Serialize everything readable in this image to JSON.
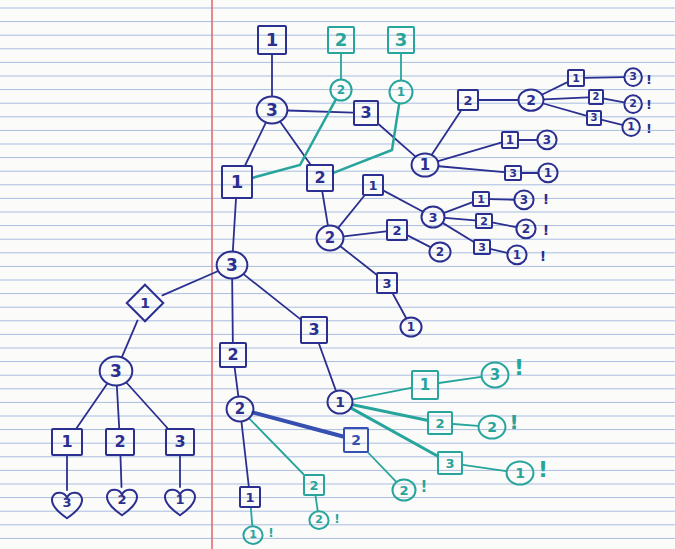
{
  "diagram": {
    "nodes": [
      {
        "text": [
          "1"
        ]
      },
      {
        "text": [
          "2"
        ]
      },
      {
        "text": [
          "3"
        ]
      },
      {
        "text": [
          "3"
        ]
      },
      {
        "text": [
          "2"
        ]
      },
      {
        "text": [
          "1"
        ]
      },
      {
        "text": [
          "3"
        ]
      },
      {
        "text": [
          "2"
        ]
      },
      {
        "text": [
          "1"
        ]
      },
      {
        "text": [
          "1"
        ]
      },
      {
        "text": [
          "2"
        ]
      },
      {
        "text": [
          "2"
        ]
      },
      {
        "text": [
          "1"
        ]
      },
      {
        "text": [
          "2"
        ]
      },
      {
        "text": [
          "3"
        ]
      },
      {
        "text": [
          "3"
        ]
      },
      {
        "text": [
          "2"
        ]
      },
      {
        "text": [
          "1"
        ]
      },
      {
        "text": [
          "1"
        ]
      },
      {
        "text": [
          "3"
        ]
      },
      {
        "text": [
          "3"
        ]
      },
      {
        "text": [
          "1"
        ]
      },
      {
        "text": [
          "2"
        ]
      },
      {
        "text": [
          "1"
        ]
      },
      {
        "text": [
          "3"
        ]
      },
      {
        "text": [
          "1"
        ]
      },
      {
        "text": [
          "2"
        ]
      },
      {
        "text": [
          "3"
        ]
      },
      {
        "text": [
          "3"
        ]
      },
      {
        "text": [
          "2"
        ]
      },
      {
        "text": [
          "1"
        ]
      },
      {
        "text": [
          "2"
        ]
      },
      {
        "text": [
          "2"
        ]
      },
      {
        "text": [
          "3"
        ]
      },
      {
        "text": [
          "1"
        ]
      },
      {
        "text": [
          "3"
        ]
      },
      {
        "text": [
          "1"
        ]
      },
      {
        "text": [
          "3"
        ]
      },
      {
        "text": [
          "1"
        ]
      },
      {
        "text": [
          "2"
        ]
      },
      {
        "text": [
          "3"
        ]
      },
      {
        "text": [
          "3"
        ]
      },
      {
        "text": [
          "2"
        ]
      },
      {
        "text": [
          "1"
        ]
      },
      {
        "text": [
          "2"
        ]
      },
      {
        "text": [
          "2"
        ]
      },
      {
        "text": [
          "1"
        ]
      },
      {
        "text": [
          "1"
        ]
      },
      {
        "text": [
          "2"
        ]
      },
      {
        "text": [
          "2"
        ]
      },
      {
        "text": [
          "3"
        ]
      },
      {
        "text": [
          "1"
        ]
      },
      {
        "text": [
          "1"
        ]
      },
      {
        "text": [
          "3"
        ]
      },
      {
        "text": [
          "2"
        ]
      },
      {
        "text": [
          "2"
        ]
      },
      {
        "text": [
          "2"
        ]
      },
      {
        "text": [
          "2"
        ]
      },
      {
        "text": [
          "3"
        ]
      },
      {
        "text": [
          "1"
        ]
      }
    ],
    "edges": [
      {
        "from": 0,
        "to": 3,
        "arrow": "none"
      },
      {
        "from": 1,
        "to": 4,
        "arrow": "none"
      },
      {
        "from": 2,
        "to": 5,
        "arrow": "none"
      },
      {
        "from": 3,
        "to": 6,
        "arrow": "none"
      },
      {
        "from": 3,
        "to": 7,
        "arrow": "none"
      },
      {
        "from": 3,
        "to": 8,
        "arrow": "none"
      },
      {
        "from": 6,
        "to": 9,
        "arrow": "none"
      },
      {
        "from": 9,
        "to": 10,
        "arrow": "none"
      },
      {
        "from": 10,
        "to": 11,
        "arrow": "none"
      },
      {
        "from": 11,
        "to": 12,
        "arrow": "none"
      },
      {
        "from": 11,
        "to": 13,
        "arrow": "none"
      },
      {
        "from": 11,
        "to": 14,
        "arrow": "none"
      },
      {
        "from": 12,
        "to": 15,
        "arrow": "none"
      },
      {
        "from": 13,
        "to": 16,
        "arrow": "none"
      },
      {
        "from": 14,
        "to": 17,
        "arrow": "none"
      },
      {
        "from": 9,
        "to": 18,
        "arrow": "none"
      },
      {
        "from": 18,
        "to": 19,
        "arrow": "none"
      },
      {
        "from": 9,
        "to": 20,
        "arrow": "none"
      },
      {
        "from": 20,
        "to": 21,
        "arrow": "none"
      },
      {
        "from": 7,
        "to": 22,
        "arrow": "none"
      },
      {
        "from": 22,
        "to": 23,
        "arrow": "none"
      },
      {
        "from": 23,
        "to": 24,
        "arrow": "none"
      },
      {
        "from": 24,
        "to": 25,
        "arrow": "none"
      },
      {
        "from": 24,
        "to": 26,
        "arrow": "none"
      },
      {
        "from": 24,
        "to": 27,
        "arrow": "none"
      },
      {
        "from": 25,
        "to": 28,
        "arrow": "none"
      },
      {
        "from": 26,
        "to": 29,
        "arrow": "none"
      },
      {
        "from": 27,
        "to": 30,
        "arrow": "none"
      },
      {
        "from": 22,
        "to": 31,
        "arrow": "none"
      },
      {
        "from": 31,
        "to": 32,
        "arrow": "none"
      },
      {
        "from": 22,
        "to": 33,
        "arrow": "none"
      },
      {
        "from": 33,
        "to": 34,
        "arrow": "none"
      },
      {
        "from": 8,
        "to": 35,
        "arrow": "none"
      },
      {
        "from": 35,
        "to": 36,
        "arrow": "none"
      },
      {
        "from": 36,
        "to": 37,
        "arrow": "none"
      },
      {
        "from": 37,
        "to": 38,
        "arrow": "none"
      },
      {
        "from": 37,
        "to": 39,
        "arrow": "none"
      },
      {
        "from": 37,
        "to": 40,
        "arrow": "none"
      },
      {
        "from": 38,
        "to": 41,
        "arrow": "none"
      },
      {
        "from": 39,
        "to": 42,
        "arrow": "none"
      },
      {
        "from": 40,
        "to": 43,
        "arrow": "none"
      },
      {
        "from": 35,
        "to": 44,
        "arrow": "none"
      },
      {
        "from": 44,
        "to": 45,
        "arrow": "none"
      },
      {
        "from": 45,
        "to": 46,
        "arrow": "none"
      },
      {
        "from": 46,
        "to": 47,
        "arrow": "none"
      },
      {
        "from": 45,
        "to": 48,
        "arrow": "none"
      },
      {
        "from": 48,
        "to": 49,
        "arrow": "none"
      },
      {
        "from": 35,
        "to": 50,
        "arrow": "none"
      },
      {
        "from": 50,
        "to": 51,
        "arrow": "none"
      },
      {
        "from": 51,
        "to": 52,
        "arrow": "none"
      },
      {
        "from": 52,
        "to": 53,
        "arrow": "none"
      },
      {
        "from": 45,
        "to": 54,
        "arrow": "none"
      },
      {
        "from": 54,
        "to": 55,
        "arrow": "none"
      },
      {
        "from": 51,
        "to": 56,
        "arrow": "none"
      },
      {
        "from": 56,
        "to": 57,
        "arrow": "none"
      },
      {
        "from": 51,
        "to": 58,
        "arrow": "none"
      },
      {
        "from": 58,
        "to": 59,
        "arrow": "none"
      },
      {
        "from": 4,
        "to": 8,
        "arrow": "none"
      },
      {
        "from": 5,
        "to": 7,
        "arrow": "none"
      }
    ],
    "labels": [
      "!",
      "!",
      "!",
      "!",
      "!",
      "!",
      "!",
      "!",
      "!",
      "!",
      "!",
      "!"
    ]
  }
}
